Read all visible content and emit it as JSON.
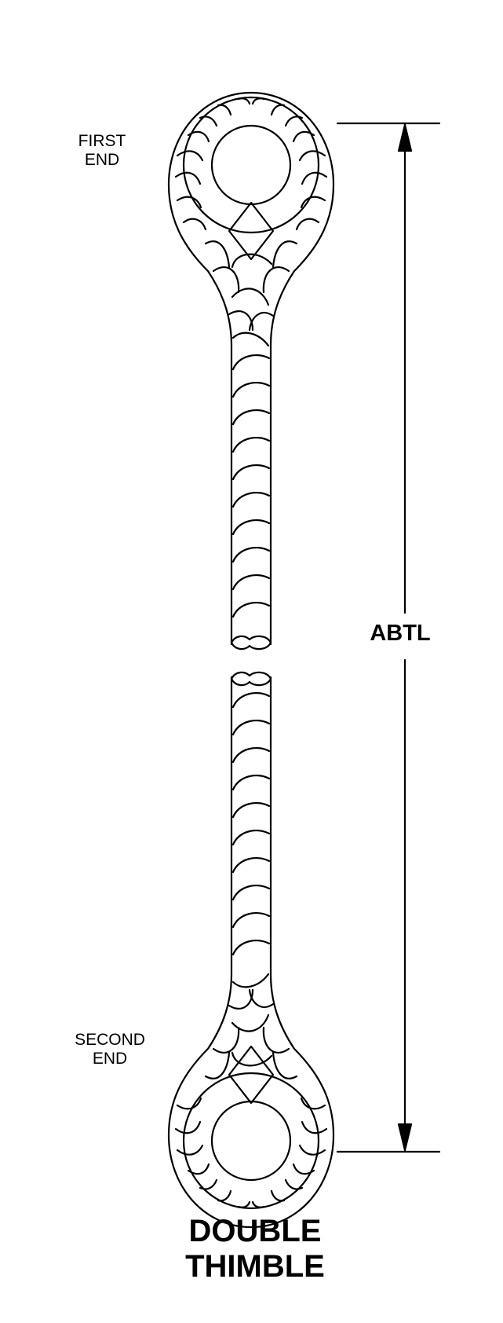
{
  "labels": {
    "first_end": [
      "FIRST",
      "END"
    ],
    "second_end": [
      "SECOND",
      "END"
    ],
    "dimension": "ABTL"
  },
  "title": [
    "DOUBLE",
    "THIMBLE"
  ],
  "colors": {
    "line": "#000000",
    "background": "#ffffff"
  }
}
